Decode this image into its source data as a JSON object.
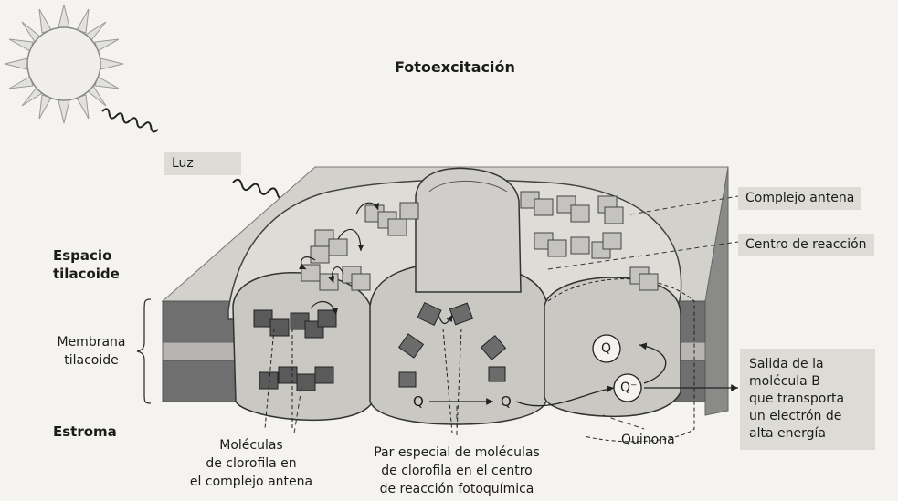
{
  "title": "Fotoexcitación",
  "labels": {
    "luz": "Luz",
    "complejo_antena": "Complejo antena",
    "centro_reaccion": "Centro de reacción",
    "espacio_tilacoide": [
      "Espacio",
      "tilacoide"
    ],
    "membrana_tilacoide": [
      "Membrana",
      "tilacoide"
    ],
    "estroma": "Estroma",
    "moleculas_clorofila": [
      "Moléculas",
      "de clorofila en",
      "el complejo antena"
    ],
    "par_especial": [
      "Par especial de moléculas",
      "de clorofila en el centro",
      "de reacción fotoquímica"
    ],
    "quinona": "Quinona",
    "salida": [
      "Salida de la",
      "molécula B",
      "que transporta",
      "un electrón de",
      "alta energía"
    ],
    "q": "Q",
    "q_minus": "Q⁻"
  },
  "colors": {
    "background": "#f4f3ef",
    "membrane_dark": "#6f6f6f",
    "membrane_light": "#a9a9a7",
    "protein": "#cfceca",
    "chlorophyll_dark": "#555555",
    "chlorophyll_light": "#c4c3bf",
    "label_box": "#dcdbd5"
  }
}
